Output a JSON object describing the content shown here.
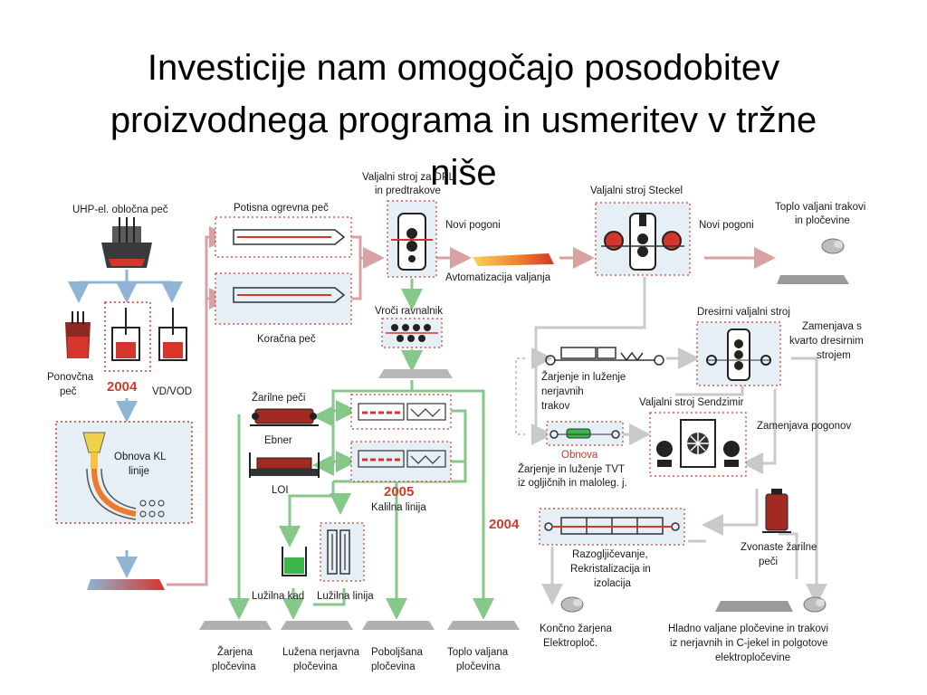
{
  "title": "Investicije nam omogočajo posodobitev\nproizvodnega programa in usmeritev v tržne\nniše",
  "colors": {
    "blue_arrow": "#8fb4d4",
    "pink_arrow": "#d9a2a2",
    "green_arrow": "#86c78a",
    "gray_arrow": "#c9c9c9",
    "box_fill": "#e6eef6",
    "dotted_red": "#d23a2a"
  },
  "labels": {
    "uhp": "UHP-el. obločna peč",
    "ponovcna1": "Ponovčna",
    "ponovcna2": "peč",
    "y2004a": "2004",
    "vdvod": "VD/VOD",
    "obnova_kl1": "Obnova KL",
    "obnova_kl2": "linije",
    "potisna": "Potisna ogrevna peč",
    "koracna": "Koračna peč",
    "dpl1": "Valjalni stroj za DPL",
    "dpl2": "in predtrakove",
    "novi1": "Novi pogoni",
    "avtom": "Avtomatizacija valjanja",
    "vroci": "Vroči ravnalnik",
    "steckel": "Valjalni stroj Steckel",
    "novi2": "Novi pogoni",
    "toplo_tr1": "Toplo valjani trakovi",
    "toplo_tr2": "in pločevine",
    "zarilne": "Žarilne peči",
    "ebner": "Ebner",
    "loi": "LOI",
    "y2005": "2005",
    "kalilna": "Kalilna linija",
    "luzilna_kad": "Lužilna kad",
    "luzilna_lin": "Lužilna linija",
    "zar_luz1": "Žarjenje in luženje",
    "zar_luz2": "nerjavnih",
    "zar_luz3": "trakov",
    "obnova": "Obnova",
    "tvt1": "Žarjenje in luženje TVT",
    "tvt2": "iz ogljičnih in maloleg. j.",
    "dresirni": "Dresirni valjalni stroj",
    "zam1": "Zamenjava s",
    "zam2": "kvarto dresirnim",
    "zam3": "strojem",
    "sendz": "Valjalni stroj Sendzimir",
    "zam_pog": "Zamenjava pogonov",
    "y2004b": "2004",
    "razog1": "Razogljičevanje,",
    "razog2": "Rekristalizacija in",
    "razog3": "izolacija",
    "zvon1": "Zvonaste žarilne",
    "zvon2": "peči",
    "out1a": "Žarjena",
    "out1b": "pločevina",
    "out2a": "Lužena nerjavna",
    "out2b": "pločevina",
    "out3a": "Poboljšana",
    "out3b": "pločevina",
    "out4a": "Toplo valjana",
    "out4b": "pločevina",
    "konc1": "Končno žarjena",
    "konc2": "Elektroploč.",
    "hlad1": "Hladno valjane pločevine in trakovi",
    "hlad2": "iz nerjavnih in C-jekel in polgotove",
    "hlad3": "elektropločevine"
  }
}
